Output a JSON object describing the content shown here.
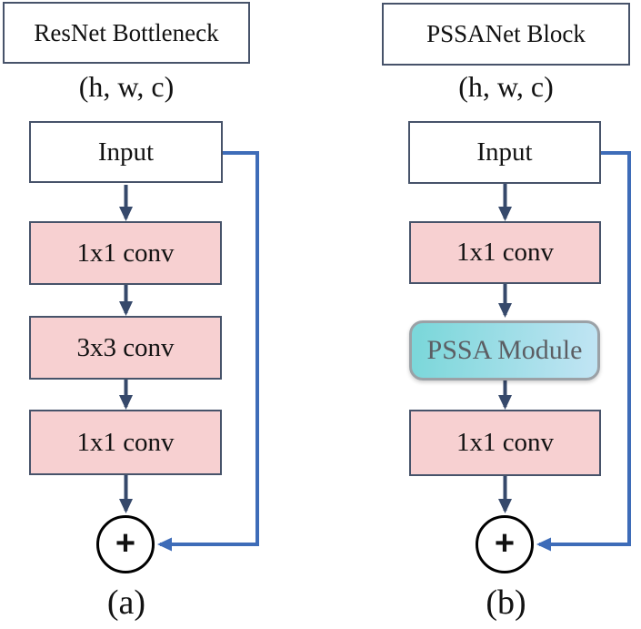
{
  "figure": {
    "left": {
      "title": "ResNet Bottleneck",
      "shape": "(h, w, c)",
      "input": "Input",
      "conv1": "1x1 conv",
      "conv2": "3x3 conv",
      "conv3": "1x1 conv",
      "plus": "+",
      "caption": "(a)"
    },
    "right": {
      "title": "PSSANet Block",
      "shape": "(h, w, c)",
      "input": "Input",
      "conv1": "1x1 conv",
      "module": "PSSA Module",
      "conv2": "1x1 conv",
      "plus": "+",
      "caption": "(b)"
    }
  },
  "colors": {
    "box_border": "#47536a",
    "conv_fill": "#f7d0d1",
    "arrow_dark": "#36496b",
    "skip_blue": "#3e6cb8",
    "module_gradient_start": "#7cd7da",
    "module_gradient_end": "#bfe4f3",
    "module_border": "#9ba1a6",
    "module_text": "#5c5e63",
    "add_circle_border": "#000000"
  }
}
